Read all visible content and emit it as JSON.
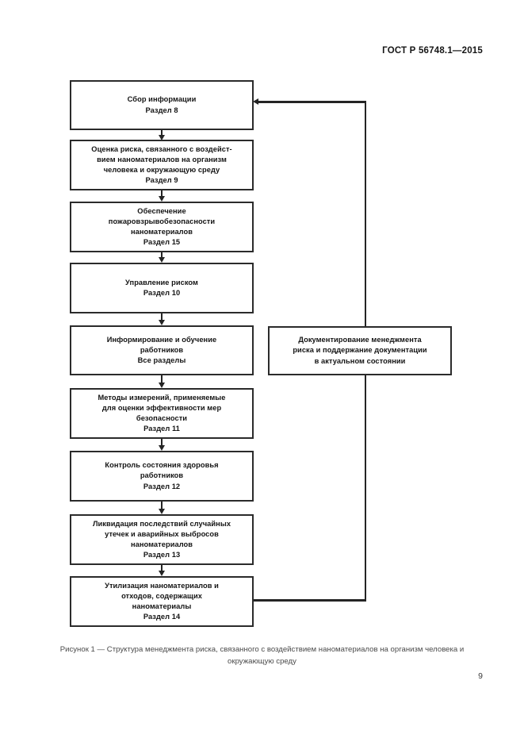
{
  "document": {
    "standard_header": "ГОСТ Р 56748.1—2015",
    "page_number": "9",
    "figure_caption": "Рисунок 1 — Структура менеджмента риска, связанного с воздействием наноматериалов на организм человека и окружающую среду"
  },
  "diagram": {
    "main_chain": [
      {
        "id": "collect-information",
        "text": "Сбор информации\nРаздел 8"
      },
      {
        "id": "risk-assessment",
        "text": "Оценка риска, связанного с воздейст-\nвием наноматериалов на организм\nчеловека и окружающую среду\nРаздел 9"
      },
      {
        "id": "fire-explosion-safety",
        "text": "Обеспечение\nпожаровзрывобезопасности\nнаноматериалов\nРаздел 15"
      },
      {
        "id": "risk-management",
        "text": "Управление риском\nРаздел 10"
      },
      {
        "id": "worker-information-training",
        "text": "Информирование и обучение\nработников\nВсе разделы"
      },
      {
        "id": "measurement-methods",
        "text": "Методы измерений, применяемые\nдля оценки эффективности мер\nбезопасности\nРаздел 11"
      },
      {
        "id": "health-monitoring",
        "text": "Контроль состояния здоровья\nработников\nРаздел 12"
      },
      {
        "id": "accident-response",
        "text": "Ликвидация последствий случайных\nутечек и аварийных выбросов\nнаноматериалов\nРаздел 13"
      },
      {
        "id": "waste-disposal",
        "text": "Утилизация наноматериалов и\nотходов, содержащих\nнаноматериалы\nРаздел 14"
      }
    ],
    "side_node": {
      "id": "documentation",
      "text": "Документирование менеджмента\nриска и поддержание документации\nв актуальном состоянии"
    },
    "colors": {
      "box_border": "#2b2b2b",
      "line": "#242424",
      "box_fill": "#ffffff",
      "text": "#141414",
      "caption_text": "#4a4a4a"
    }
  }
}
